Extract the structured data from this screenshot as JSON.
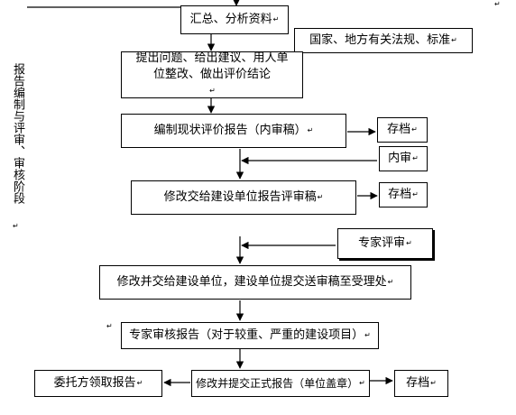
{
  "side_label": "报告编制与评审、审核阶段",
  "nodes": {
    "summary": "汇总、分析资料",
    "regulations": "国家、地方有关法规、标准",
    "problems_line1": "提出问题、给出建议、用人单",
    "problems_line2": "位整改、做出评价结论",
    "draft_report": "编制现状评价报告（内审稿）",
    "archive1": "存档",
    "internal_review": "内审",
    "revise_submit": "修改交给建设单位报告评审稿",
    "archive2": "存档",
    "expert_review": "专家评审",
    "revise_deliver": "修改并交给建设单位，建设单位提交送审稿至受理处",
    "expert_audit": "专家审核报告（对于较重、严重的建设项目）",
    "client_receive": "委托方领取报告",
    "formal_report": "修改并提交正式报告（单位盖章）",
    "archive3": "存档"
  },
  "colors": {
    "line": "#000000",
    "box_border": "#000000",
    "background": "#ffffff"
  }
}
